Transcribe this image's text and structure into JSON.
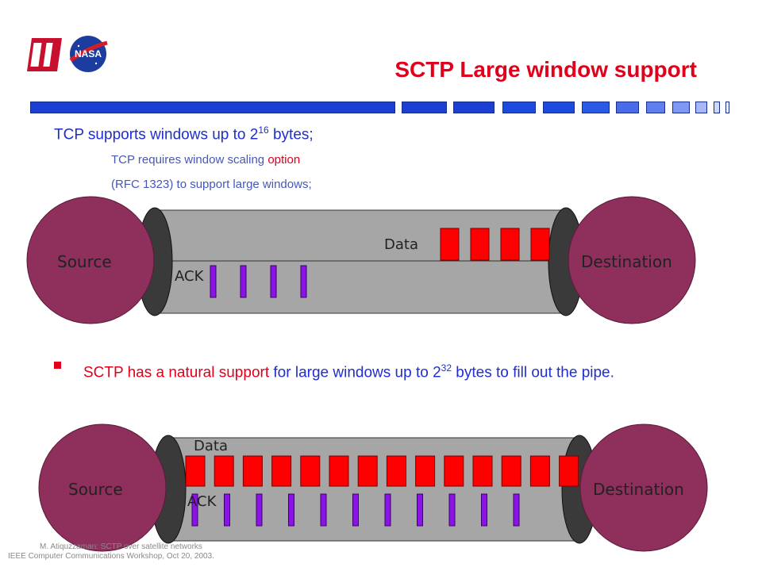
{
  "slide": {
    "title": "SCTP Large window support",
    "logos": [
      "ou-logo",
      "nasa-logo"
    ],
    "nasa_logo_text": "NASA",
    "accent_color": "#e0001b",
    "text_color": "#1f2fc8"
  },
  "tcp": {
    "line1_pre": "TCP supports windows up to 2",
    "line1_exp": "16",
    "line1_post": "  bytes;",
    "line2_pre": "TCP requires window scaling ",
    "line2_red": "option",
    "line3": "(RFC 1323) to support large windows;"
  },
  "sctp": {
    "red_part": "SCTP has a natural support ",
    "blue_part": "for large windows up to 2",
    "exp": "32",
    "post": "  bytes to fill out the pipe."
  },
  "diagram_top": {
    "source_label": "Source",
    "destination_label": "Destination",
    "data_label": "Data",
    "ack_label": "ACK",
    "data_packet_count": 4,
    "ack_packet_count": 4
  },
  "diagram_bottom": {
    "source_label": "Source",
    "destination_label": "Destination",
    "data_label": "Data",
    "ack_label": "ACK",
    "data_packet_count": 14,
    "ack_packet_count": 11
  },
  "footer": {
    "line1": "M. Atiquzzaman: SCTP over satellite networks",
    "line2": "IEEE Computer Communications Workshop, Oct 20, 2003."
  }
}
